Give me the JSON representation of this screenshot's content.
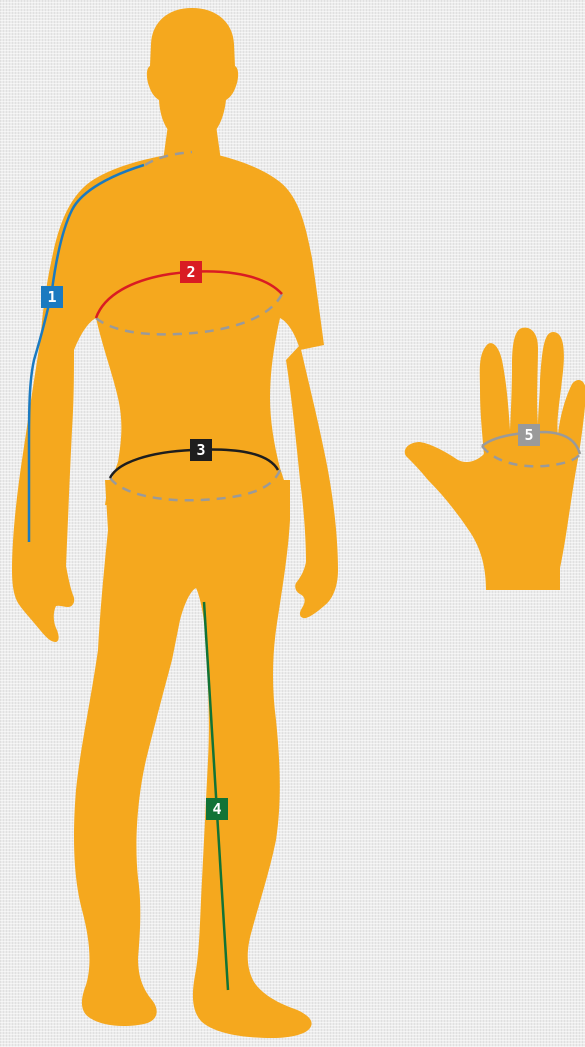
{
  "colors": {
    "background": "#ececec",
    "body": "#f5a81e",
    "m1": "#1b7ac0",
    "m2": "#d91c23",
    "m3": "#1e1e1e",
    "m4": "#117336",
    "m5": "#9a9a9a",
    "back_dashes": "#9a9a9a"
  },
  "measurements": [
    {
      "number": "1",
      "line_color": "#1b7ac0"
    },
    {
      "number": "2",
      "line_color": "#d91c23"
    },
    {
      "number": "3",
      "line_color": "#1e1e1e"
    },
    {
      "number": "4",
      "line_color": "#117336"
    },
    {
      "number": "5",
      "line_color": "#9a9a9a"
    }
  ]
}
